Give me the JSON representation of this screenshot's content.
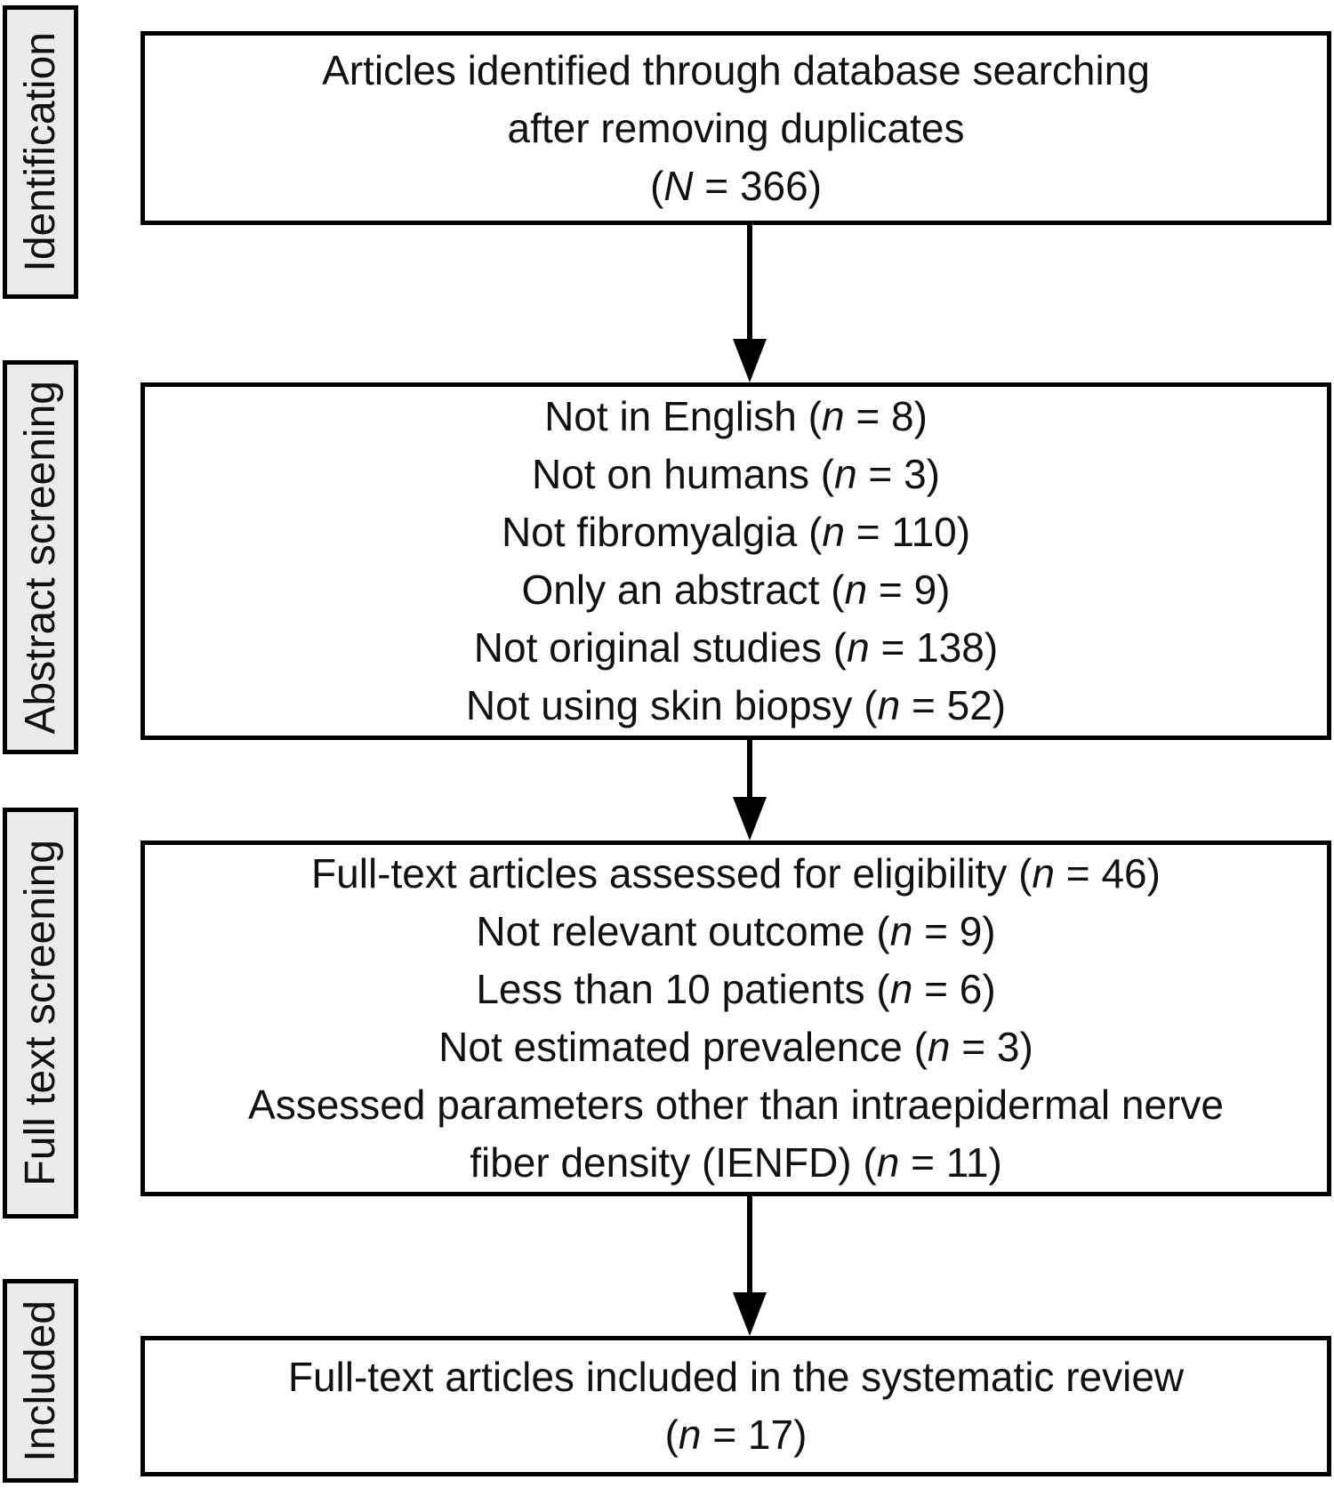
{
  "diagram": {
    "stages": [
      {
        "label": "Identification"
      },
      {
        "label": "Abstract screening"
      },
      {
        "label": "Full text screening"
      },
      {
        "label": "Included"
      }
    ],
    "boxes": [
      {
        "name": "identification",
        "lines": [
          "Articles identified through database searching",
          "after removing duplicates",
          "(*N* = 366)"
        ]
      },
      {
        "name": "abstract-screening-exclusions",
        "lines": [
          "Not in English (*n* = 8)",
          "Not on humans (*n* = 3)",
          "Not fibromyalgia (*n* = 110)",
          "Only an abstract (*n* = 9)",
          "Not original studies (*n* = 138)",
          "Not using skin biopsy (*n* = 52)"
        ]
      },
      {
        "name": "full-text-screening",
        "lines": [
          "Full-text articles assessed for eligibility (*n* = 46)",
          "Not relevant outcome (*n* = 9)",
          "Less than 10 patients (*n* = 6)",
          "Not estimated prevalence (*n* = 3)",
          "Assessed parameters other than intraepidermal nerve",
          "fiber density (IENFD) (*n* = 11)"
        ]
      },
      {
        "name": "included",
        "lines": [
          "Full-text articles included in the systematic review",
          "(*n* = 17)"
        ]
      }
    ],
    "colors": {
      "stage_fill": "#ebebeb",
      "border": "#000000",
      "text": "#111111",
      "background": "#ffffff"
    }
  }
}
